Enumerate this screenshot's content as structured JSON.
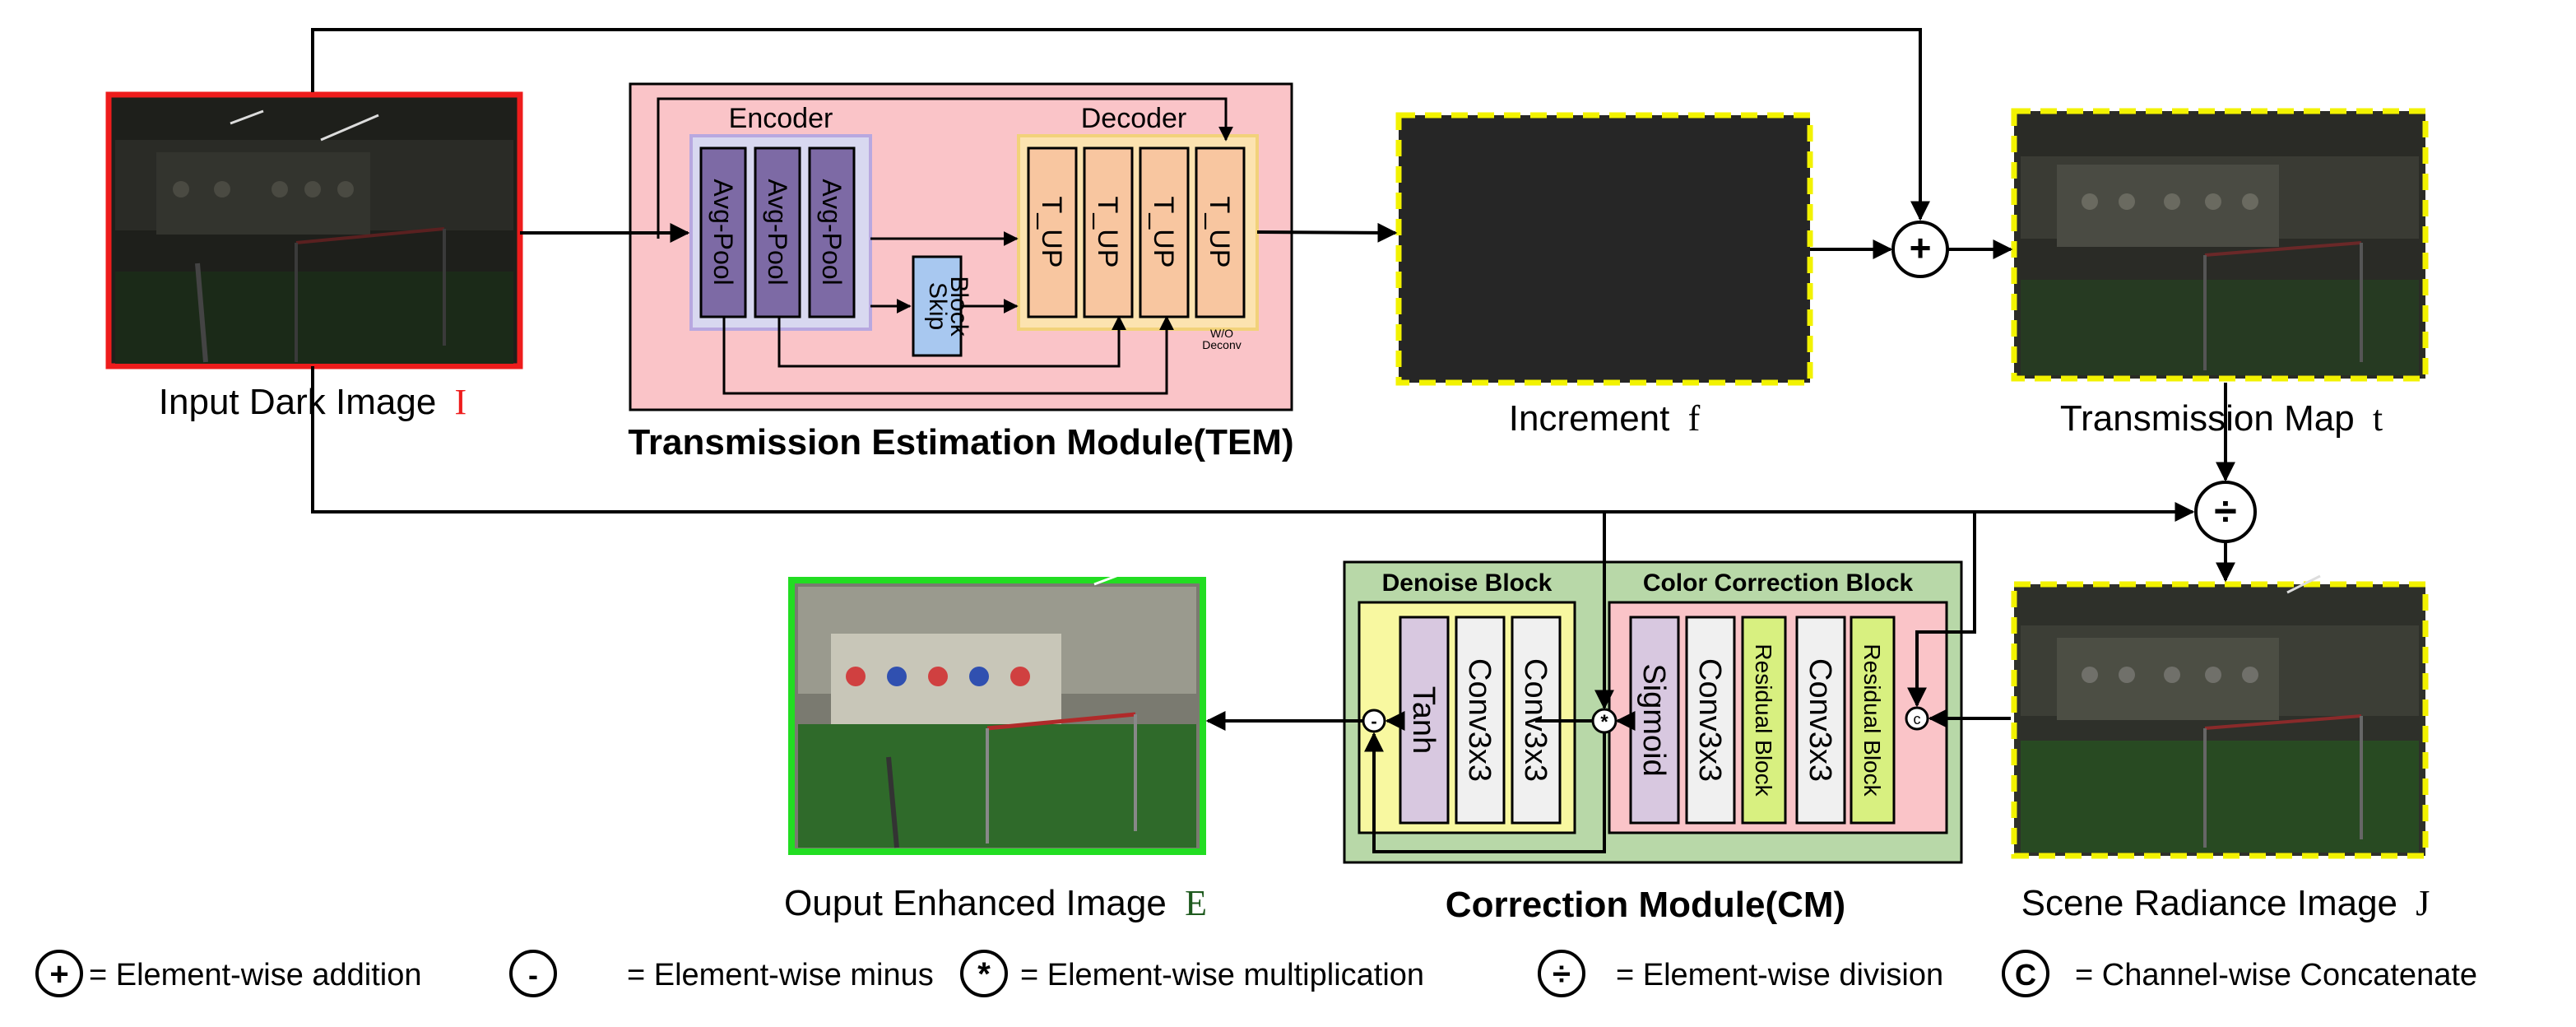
{
  "tem": {
    "title": "Transmission Estimation Module(TEM)",
    "encoder_label": "Encoder",
    "decoder_label": "Decoder",
    "avgpool": [
      "Avg-Pool",
      "Avg-Pool",
      "Avg-Pool"
    ],
    "skip_block": [
      "Skip",
      "Block"
    ],
    "tup": [
      "T_UP",
      "T_UP",
      "T_UP",
      "T_UP"
    ],
    "wo_deconv": [
      "W/O",
      "Deconv"
    ]
  },
  "images": {
    "input": {
      "label": "Input Dark Image",
      "symbol": "I"
    },
    "increment": {
      "label": "Increment",
      "symbol": "f"
    },
    "transmission": {
      "label": "Transmission Map",
      "symbol": "t"
    },
    "radiance": {
      "label": "Scene Radiance Image",
      "symbol": "J"
    },
    "output": {
      "label": "Ouput Enhanced Image",
      "symbol": "E"
    }
  },
  "cm": {
    "title": "Correction Module(CM)",
    "denoise_label": "Denoise Block",
    "color_label": "Color Correction Block",
    "denoise_blocks": [
      "Tanh",
      "Conv3x3",
      "Conv3x3"
    ],
    "color_blocks": [
      "Sigmoid",
      "Conv3x3",
      "Residual Block",
      "Conv3x3",
      "Residual Block"
    ]
  },
  "operators": {
    "plus": "+",
    "divide": "÷",
    "multiply": "*",
    "concat": "c",
    "minus": "-"
  },
  "legend": [
    {
      "symbol": "+",
      "text": "= Element-wise addition"
    },
    {
      "symbol": "-",
      "text": "= Element-wise minus"
    },
    {
      "symbol": "*",
      "text": "= Element-wise multiplication"
    },
    {
      "symbol": "÷",
      "text": "= Element-wise division"
    },
    {
      "symbol": "C",
      "text": "= Channel-wise Concatenate"
    }
  ],
  "colors": {
    "input_border": "#ee1c1c",
    "output_border": "#22dd22",
    "dashed_border": "#f2f200",
    "tem_bg": "#fac4c8",
    "encoder_bg": "#d8d8f0",
    "encoder_border": "#b8a8e0",
    "avgpool_fill": "#7d6aa5",
    "decoder_border": "#f2d27a",
    "tup_fill": "#f8c6a0",
    "skip_fill": "#a8c8f0",
    "cm_bg": "#b8d8a8",
    "denoise_bg": "#f8f8a0",
    "color_bg": "#fac4c8",
    "sigmoid_fill": "#d8c8e0",
    "conv_fill": "#f0f0f0",
    "residual_fill": "#d8f080",
    "tanh_fill": "#d8c8e0",
    "input_label_color": "#ee1c1c",
    "output_label_color": "#1e5a1e"
  }
}
